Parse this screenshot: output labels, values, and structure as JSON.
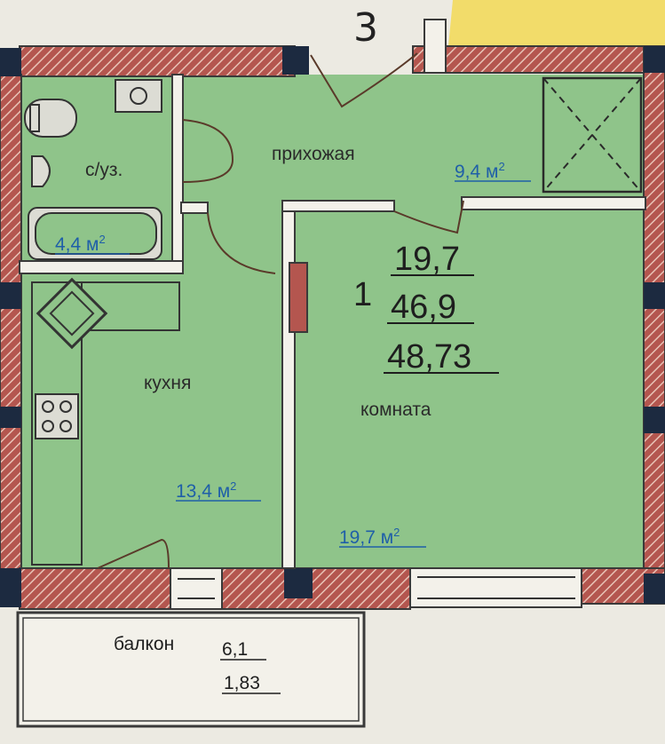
{
  "plan": {
    "entrance_number": "3",
    "apartment_rooms": "1",
    "summary": {
      "living_area": "19,7",
      "total_area": "46,9",
      "total_with_balcony": "48,73"
    },
    "rooms": {
      "bathroom": {
        "name": "с/уз.",
        "area": "4,4 м",
        "unit_sup": "2"
      },
      "hallway": {
        "name": "прихожая",
        "area": "9,4 м",
        "unit_sup": "2"
      },
      "kitchen": {
        "name": "кухня",
        "area": "13,4 м",
        "unit_sup": "2"
      },
      "room": {
        "name": "комната",
        "area": "19,7 м",
        "unit_sup": "2"
      },
      "balcony": {
        "name": "балкон",
        "area": "6,1",
        "reduced_area": "1,83"
      }
    },
    "colors": {
      "floor_green": "#8fc48a",
      "wall_brick": "#b4564f",
      "wall_hatch": "#e8c3b6",
      "column": "#1c2a40",
      "outline": "#3a3a3a",
      "area_text": "#1f5fa8",
      "balcony_bg": "#f3f1ea",
      "neighbor_yellow": "#f2dc6a"
    }
  }
}
